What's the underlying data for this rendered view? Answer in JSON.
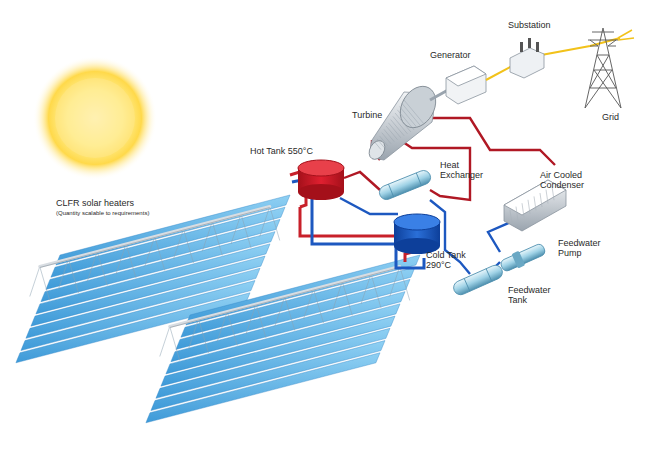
{
  "diagram": {
    "labels": [
      "Substation",
      "Generator",
      "Turbine",
      "Grid",
      "Hot Tank 550°C",
      "Heat Exchanger",
      "Air Cooled Condenser",
      "Cold Tank 290°C",
      "Feedwater Pump",
      "Feedwater Tank",
      "CLFR solar heaters",
      "(Quantity scalable to requirements)"
    ]
  }
}
